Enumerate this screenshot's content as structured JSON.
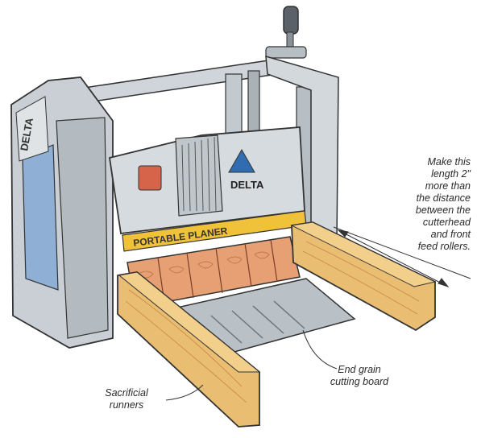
{
  "annotations": {
    "length_note": "Make this\nlength 2\"\nmore than\nthe distance\nbetween the\ncutterhead\nand front\nfeed rollers.",
    "runners": "Sacrificial\nrunners",
    "board": "End grain\ncutting board"
  },
  "machine_text": {
    "brand": "DELTA",
    "model": "PORTABLE PLANER",
    "side_badge": "DELTA"
  },
  "colors": {
    "machine_gray": "#c9cfd4",
    "machine_dark": "#7d868d",
    "wood": "#e6b86e",
    "wood_dark": "#c98a3d",
    "board_blocks": "#e08a6a",
    "side_panel_blue": "#8fb0d4",
    "planer_yellow_strip": "#f0c23a"
  }
}
